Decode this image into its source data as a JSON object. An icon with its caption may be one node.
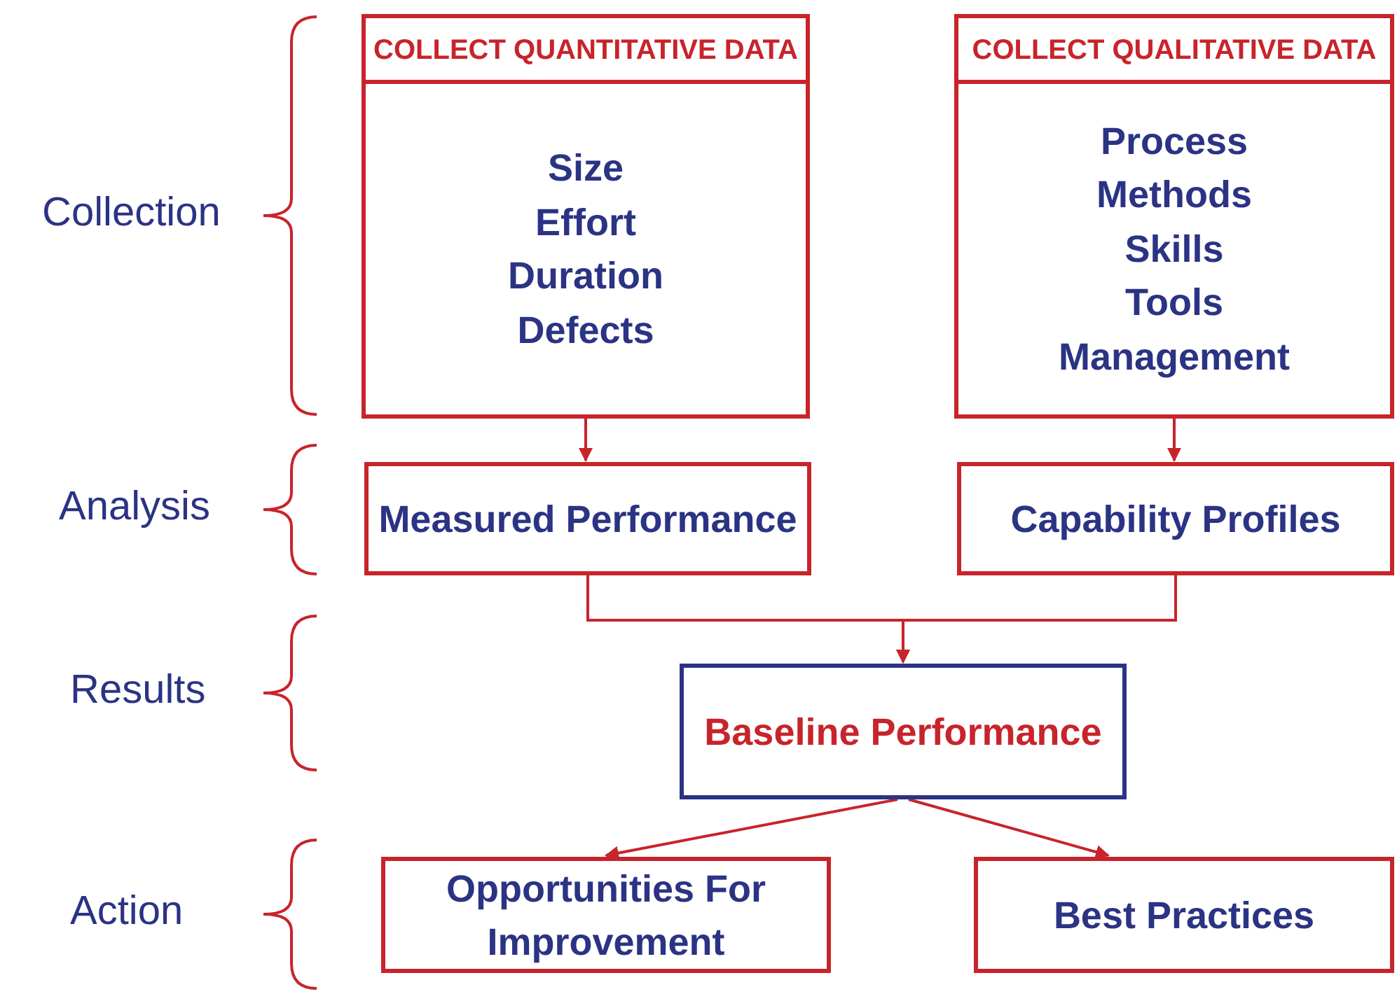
{
  "diagram": {
    "nodes": [
      {
        "text": [
          "COLLECT QUANTITATIVE DATA",
          "Size",
          "Effort",
          "Duration",
          "Defects"
        ]
      },
      {
        "text": [
          "COLLECT QUALITATIVE DATA",
          "Process",
          "Methods",
          "Skills",
          "Tools",
          "Management"
        ]
      },
      {
        "text": [
          "Measured Performance"
        ]
      },
      {
        "text": [
          "Capability Profiles"
        ]
      },
      {
        "text": [
          "Baseline Performance"
        ]
      },
      {
        "text": [
          "Opportunities For Improvement"
        ]
      },
      {
        "text": [
          "Best Practices"
        ]
      }
    ],
    "edges": [
      {
        "from": 0,
        "to": 2,
        "arrow": "to"
      },
      {
        "from": 1,
        "to": 3,
        "arrow": "to"
      },
      {
        "from": 2,
        "to": 4,
        "arrow": "to"
      },
      {
        "from": 3,
        "to": 4,
        "arrow": "to"
      },
      {
        "from": 4,
        "to": 5,
        "arrow": "to"
      },
      {
        "from": 4,
        "to": 6,
        "arrow": "to"
      }
    ],
    "labels": [
      "Collection",
      "Analysis",
      "Results",
      "Action"
    ]
  }
}
